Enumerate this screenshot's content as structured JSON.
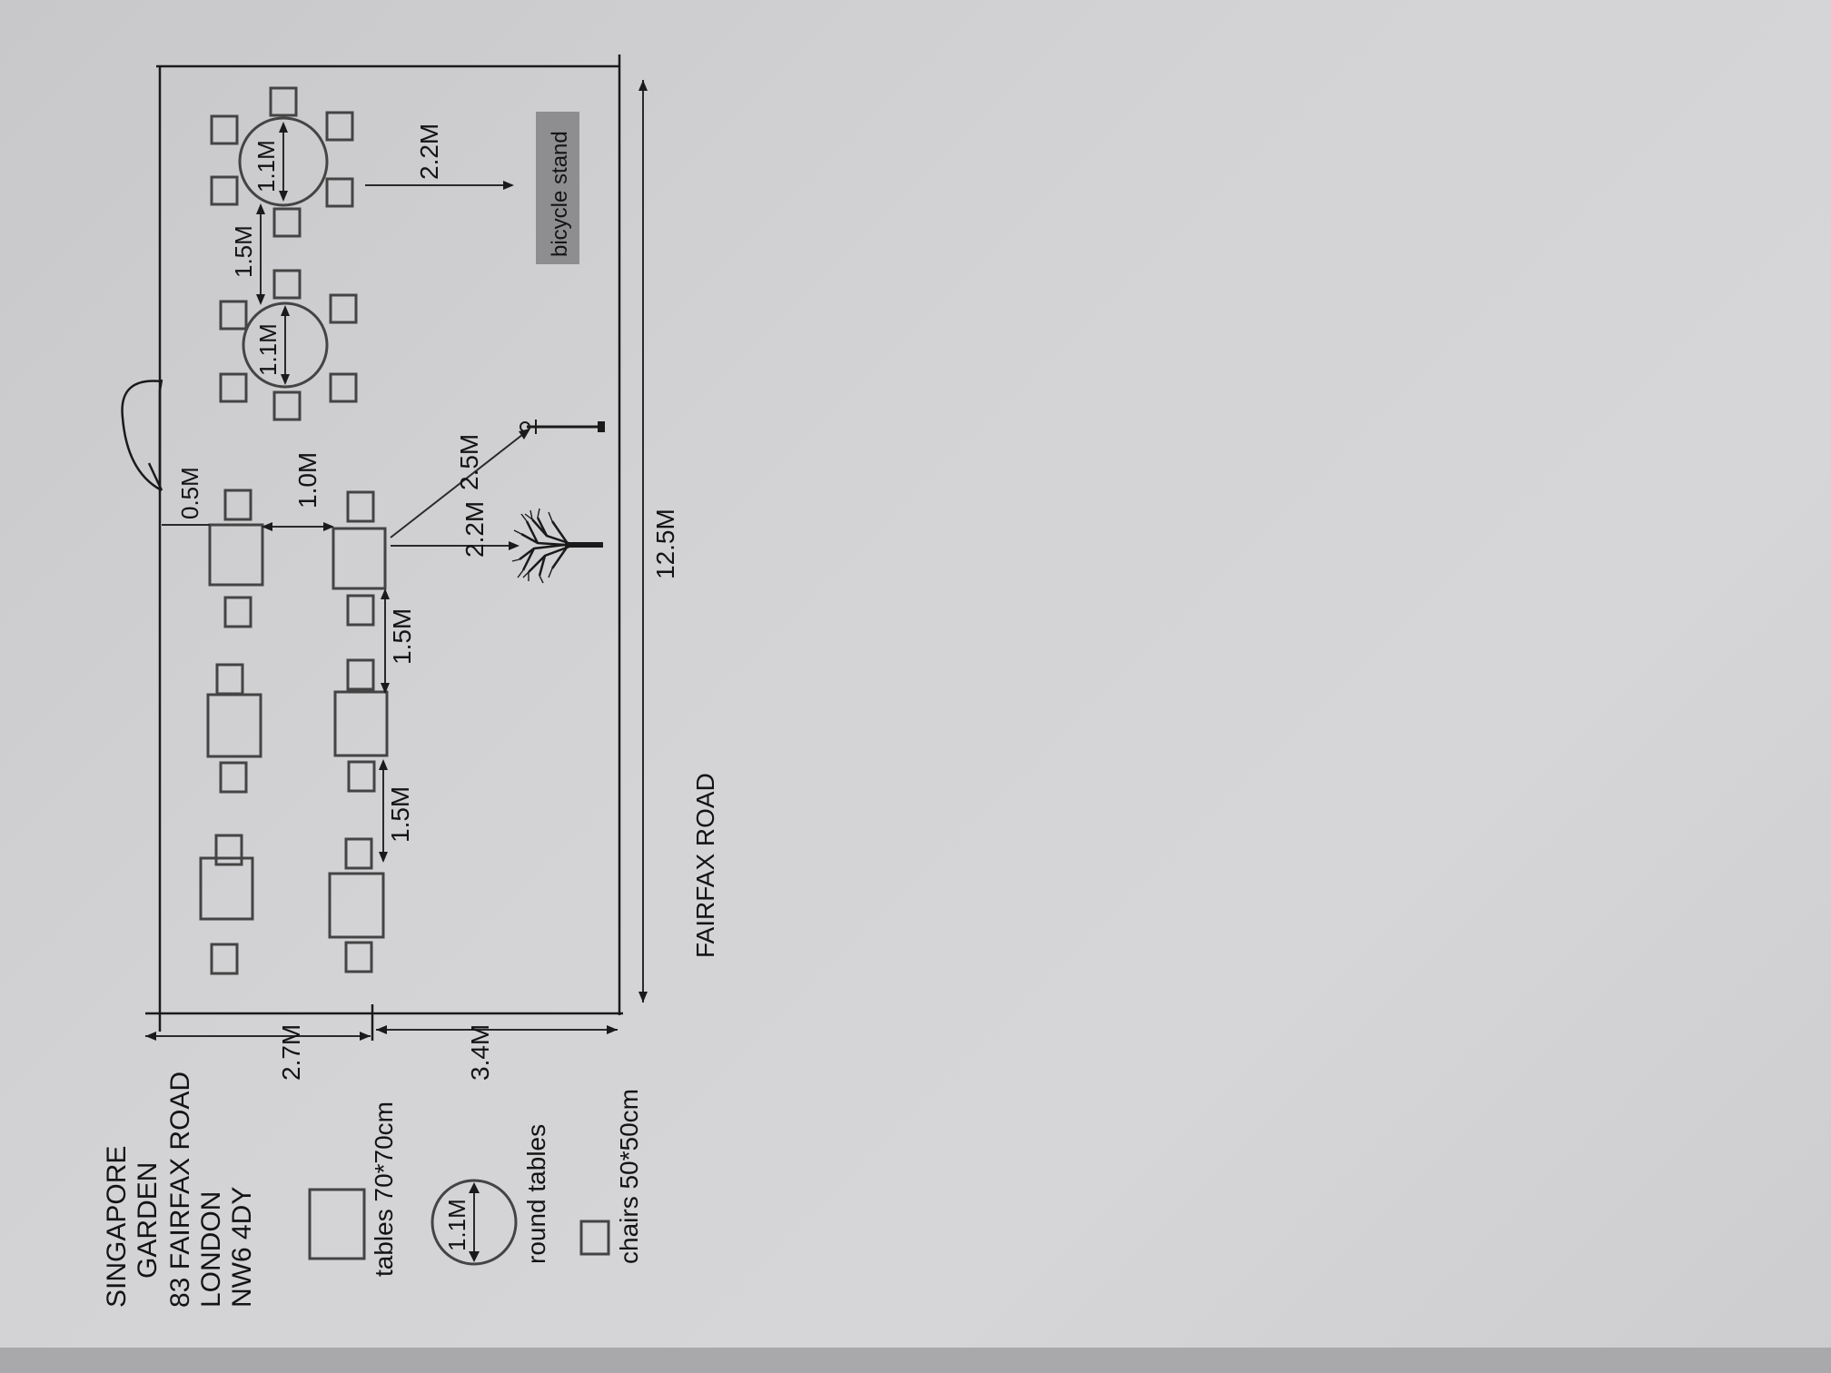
{
  "legend": {
    "address": [
      "SINGAPORE",
      "GARDEN",
      "83 FAIRFAX ROAD",
      "LONDON",
      "NW6 4DY"
    ],
    "tables_label": "tables 70*70cm",
    "round_tables_label": "round tables",
    "round_table_size": "1.1M",
    "chairs_label": "chairs 50*50cm"
  },
  "road_label": "FAIRFAX ROAD",
  "dimensions": {
    "width_top": "2.7M",
    "width_bottom": "3.4M",
    "total_length": "12.5M",
    "gap_row1": "1.5M",
    "gap_row2": "1.5M",
    "gap_to_tree": "2.2M",
    "gap_to_lamp": "2.5M",
    "gap_between_rows": "1.0M",
    "gap_to_door": "0.5M",
    "round_table_a": "1.1M",
    "round_table_b": "1.1M",
    "round_gap": "1.5M",
    "gap_to_bicycle": "2.2M"
  },
  "bicycle_stand_label": "bicycle stand",
  "colors": {
    "ink": "#1a1a1a",
    "furniture": "#444444",
    "bicycle_box": "#8e8e90",
    "paper": "#d3d3d5"
  },
  "icons": [
    "tree-icon",
    "lamp-post-icon"
  ]
}
